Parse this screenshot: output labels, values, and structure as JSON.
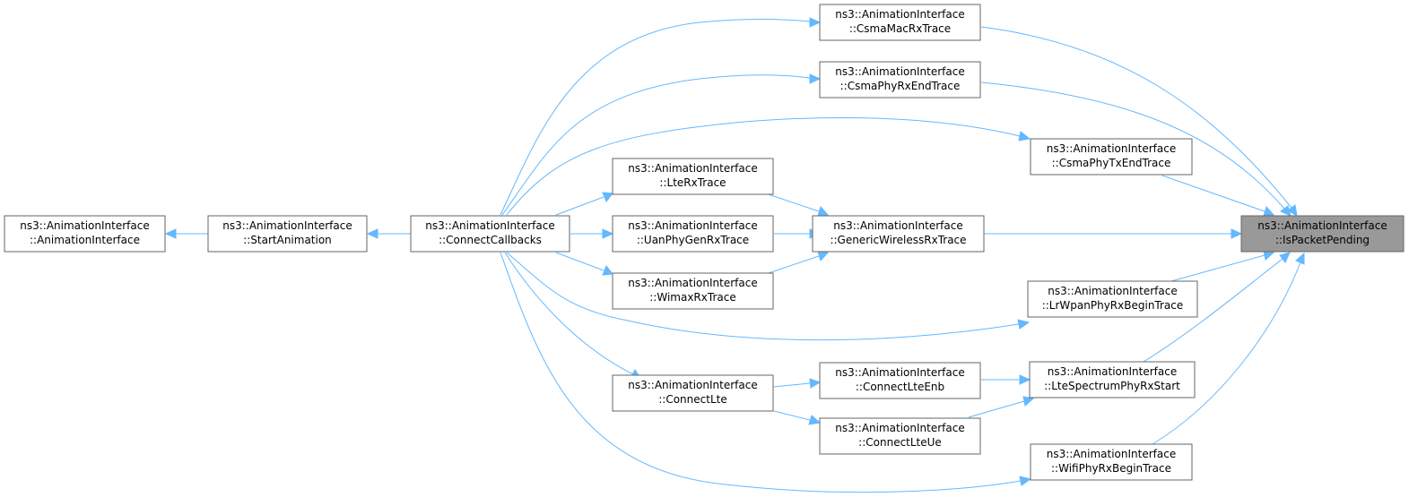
{
  "nodes": {
    "animation_interface": {
      "line1": "ns3::AnimationInterface",
      "line2": "::AnimationInterface"
    },
    "start_animation": {
      "line1": "ns3::AnimationInterface",
      "line2": "::StartAnimation"
    },
    "connect_callbacks": {
      "line1": "ns3::AnimationInterface",
      "line2": "::ConnectCallbacks"
    },
    "lte_rx_trace": {
      "line1": "ns3::AnimationInterface",
      "line2": "::LteRxTrace"
    },
    "uan_phy_gen_rx_trace": {
      "line1": "ns3::AnimationInterface",
      "line2": "::UanPhyGenRxTrace"
    },
    "wimax_rx_trace": {
      "line1": "ns3::AnimationInterface",
      "line2": "::WimaxRxTrace"
    },
    "connect_lte": {
      "line1": "ns3::AnimationInterface",
      "line2": "::ConnectLte"
    },
    "csma_mac_rx_trace": {
      "line1": "ns3::AnimationInterface",
      "line2": "::CsmaMacRxTrace"
    },
    "csma_phy_rx_end_trace": {
      "line1": "ns3::AnimationInterface",
      "line2": "::CsmaPhyRxEndTrace"
    },
    "generic_wireless_rx_trace": {
      "line1": "ns3::AnimationInterface",
      "line2": "::GenericWirelessRxTrace"
    },
    "connect_lte_enb": {
      "line1": "ns3::AnimationInterface",
      "line2": "::ConnectLteEnb"
    },
    "connect_lte_ue": {
      "line1": "ns3::AnimationInterface",
      "line2": "::ConnectLteUe"
    },
    "csma_phy_tx_end_trace": {
      "line1": "ns3::AnimationInterface",
      "line2": "::CsmaPhyTxEndTrace"
    },
    "lr_wpan_phy_rx_begin_trace": {
      "line1": "ns3::AnimationInterface",
      "line2": "::LrWpanPhyRxBeginTrace"
    },
    "lte_spectrum_phy_rx_start": {
      "line1": "ns3::AnimationInterface",
      "line2": "::LteSpectrumPhyRxStart"
    },
    "wifi_phy_rx_begin_trace": {
      "line1": "ns3::AnimationInterface",
      "line2": "::WifiPhyRxBeginTrace"
    },
    "is_packet_pending": {
      "line1": "ns3::AnimationInterface",
      "line2": "::IsPacketPending"
    }
  },
  "colors": {
    "edge": "#63b8ff",
    "node_border": "#666666",
    "root_fill": "#999999"
  }
}
